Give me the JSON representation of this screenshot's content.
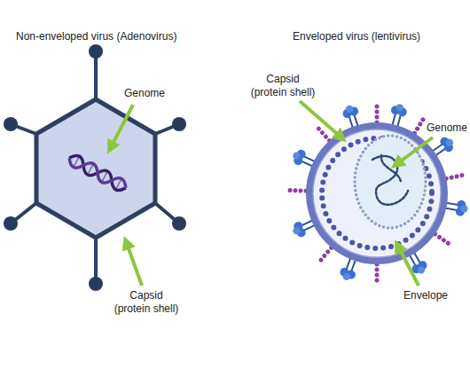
{
  "diagram": {
    "labels": [
      "Non-enveloped virus (Adenovirus)",
      "Genome",
      "Capsid (protein shell)",
      "Enveloped virus (lentivirus)",
      "Capsid (protein shell)",
      "Genome",
      "Envelope"
    ]
  }
}
